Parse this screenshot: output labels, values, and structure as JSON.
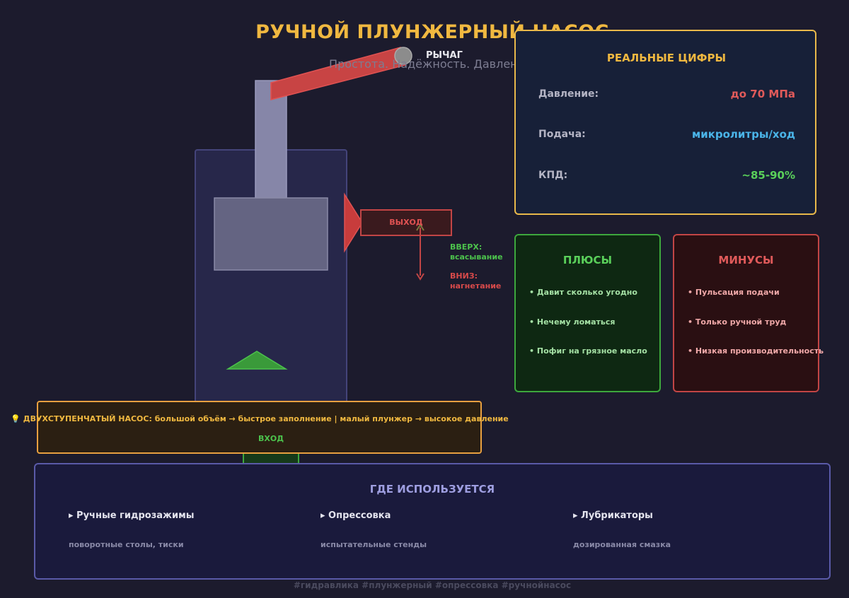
{
  "title": "РУЧНОЙ ПЛУНЖЕРНЫЙ НАСОС",
  "subtitle": "Простота. Надёжность. Давление.",
  "diagram": {
    "lever_label": "РЫЧАГ",
    "outlet_label": "ВЫХОД",
    "inlet_label": "ВХОД",
    "up_label": "ВВЕРХ:",
    "up_desc": "всасывание",
    "down_label": "ВНИЗ:",
    "down_desc": "нагнетание",
    "icons": [
      "lever-icon",
      "plunger-icon",
      "check-valve-icon",
      "direction-arrow-icon"
    ]
  },
  "stats": {
    "title": "РЕАЛЬНЫЕ ЦИФРЫ",
    "rows": [
      {
        "label": "Давление:",
        "value": "до 70 МПа",
        "color": "#e05a5a"
      },
      {
        "label": "Подача:",
        "value": "микролитры/ход",
        "color": "#4ab4e8"
      },
      {
        "label": "КПД:",
        "value": "~85-90%",
        "color": "#5ad05a"
      }
    ]
  },
  "pros": {
    "title": "ПЛЮСЫ",
    "items": [
      "• Давит сколько угодно",
      "• Нечему ломаться",
      "• Пофиг на грязное масло"
    ]
  },
  "cons": {
    "title": "МИНУСЫ",
    "items": [
      "• Пульсация подачи",
      "• Только ручной труд",
      "• Низкая производительность"
    ]
  },
  "note": "💡 ДВУХСТУПЕНЧАТЫЙ НАСОС: большой объём → быстрое заполнение | малый плунжер → высокое давление",
  "usage": {
    "title": "ГДЕ ИСПОЛЬЗУЕТСЯ",
    "items": [
      {
        "name": "▸ Ручные гидрозажимы",
        "desc": "поворотные столы, тиски"
      },
      {
        "name": "▸ Опрессовка",
        "desc": "испытательные стенды"
      },
      {
        "name": "▸ Лубрикаторы",
        "desc": "дозированная смазка"
      }
    ]
  },
  "hashtags": "#гидравлика  #плунжерный  #опрессовка  #ручнойнасос",
  "colors": {
    "accent": "#f0b840",
    "pros": "#4cc24c",
    "cons": "#e05252",
    "usage": "#9e9ee0"
  }
}
